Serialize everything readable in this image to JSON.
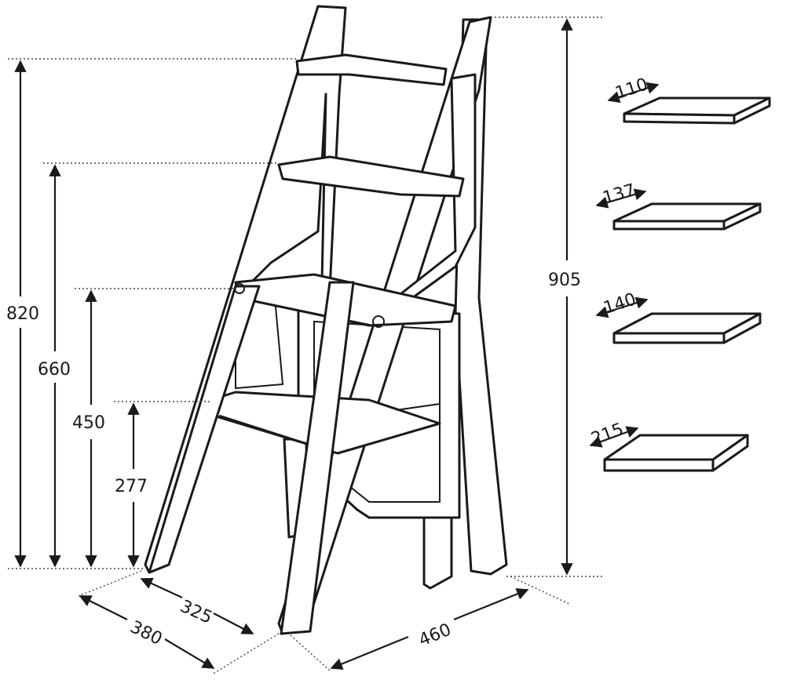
{
  "dimensions": {
    "total_height": "905",
    "step_heights": [
      "820",
      "660",
      "450",
      "277"
    ],
    "width": "460",
    "depth_outer": "380",
    "depth_inner": "325"
  },
  "treads": [
    {
      "depth": "110"
    },
    {
      "depth": "137"
    },
    {
      "depth": "140"
    },
    {
      "depth": "215"
    }
  ]
}
